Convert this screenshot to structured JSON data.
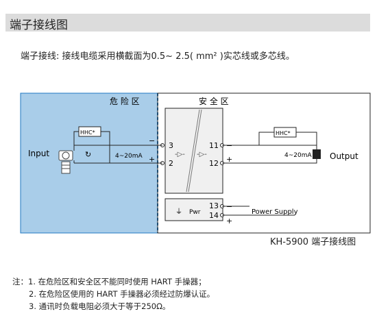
{
  "header": {
    "title": "端子接线图"
  },
  "description": "端子接线: 接线电缆采用横截面为0.5~ 2.5( mm² )实芯线或多芯线。",
  "diagram": {
    "hazard_zone_label": "危 险 区",
    "safe_zone_label": "安 全 区",
    "input_label": "Input",
    "output_label": "Output",
    "hhc_left": "HHC*",
    "hhc_right": "HHC*",
    "current_left": "4~20mA",
    "current_right": "4~20mA",
    "terminal_3": "3",
    "terminal_2": "2",
    "terminal_11": "11",
    "terminal_12": "12",
    "terminal_13": "13",
    "terminal_14": "14",
    "pwr_label": "Pwr",
    "power_supply_label": "Power Supply",
    "minus": "−",
    "plus": "+",
    "colors": {
      "hazard_fill": "#a9cde9",
      "hazard_border": "#1f78c2",
      "line": "#222222",
      "module": "#f0f0f0"
    }
  },
  "caption": "KH-5900 端子接线图",
  "notes": [
    "注：1. 在危险区和安全区不能同时使用 HART 手操器；",
    "2. 在危险区使用的 HART 手操器必须经过防爆认证。",
    "3. 通讯时负载电阻必须大于等于250Ω。"
  ]
}
